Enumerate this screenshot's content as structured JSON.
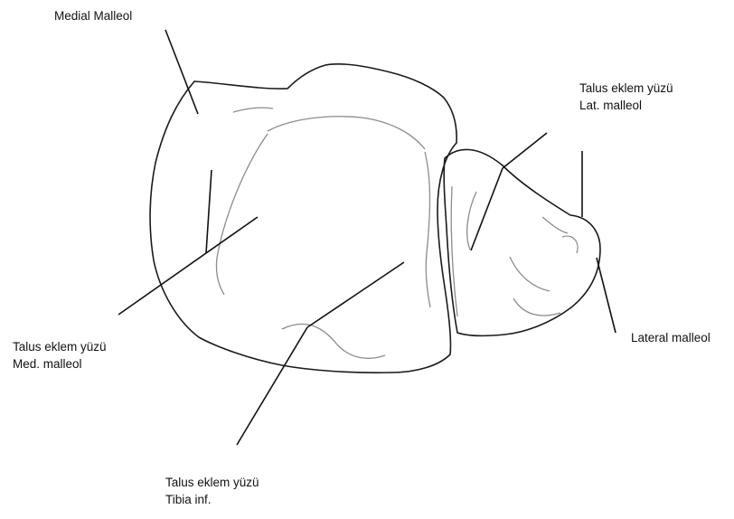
{
  "labels": {
    "medial_malleol": "Medial Malleol",
    "talus_lat_line1": "Talus eklem yüzü",
    "talus_lat_line2": "Lat. malleol",
    "talus_med_line1": "Talus eklem yüzü",
    "talus_med_line2": "Med. malleol",
    "lateral_malleol": "Lateral malleol",
    "talus_tibia_line1": "Talus eklem yüzü",
    "talus_tibia_line2": "Tibia inf."
  },
  "colors": {
    "outline": "#1a1a1a",
    "inner_contour": "#8c8c8c",
    "leader_line": "#111111",
    "background": "#ffffff"
  }
}
